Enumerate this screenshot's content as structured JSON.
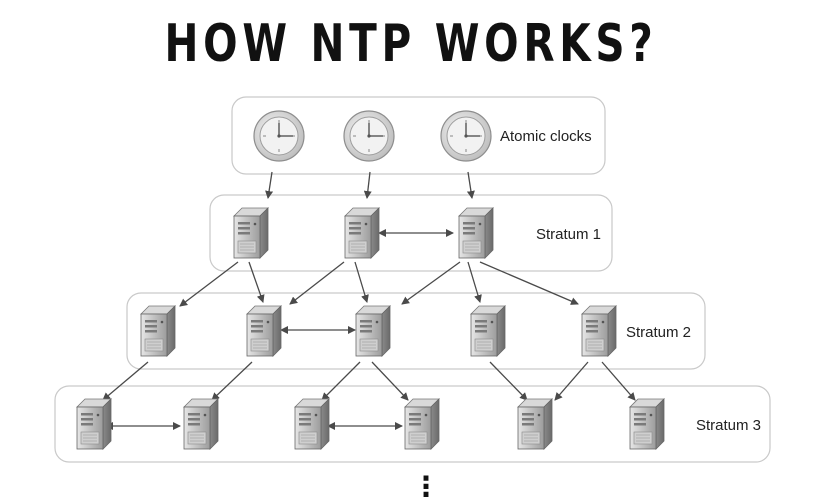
{
  "title": "HOW NTP WORKS?",
  "tiers": {
    "atomic": "Atomic clocks",
    "stratum1": "Stratum 1",
    "stratum2": "Stratum 2",
    "stratum3": "Stratum 3"
  },
  "continuation": "⋮",
  "icons": {
    "clock": "clock-icon",
    "server": "server-icon"
  },
  "colors": {
    "panel_border": "#c9c9c9",
    "arrow": "#4a4a4a",
    "server_body": "#bdbdbd",
    "clock_face": "#f2f2f2"
  }
}
